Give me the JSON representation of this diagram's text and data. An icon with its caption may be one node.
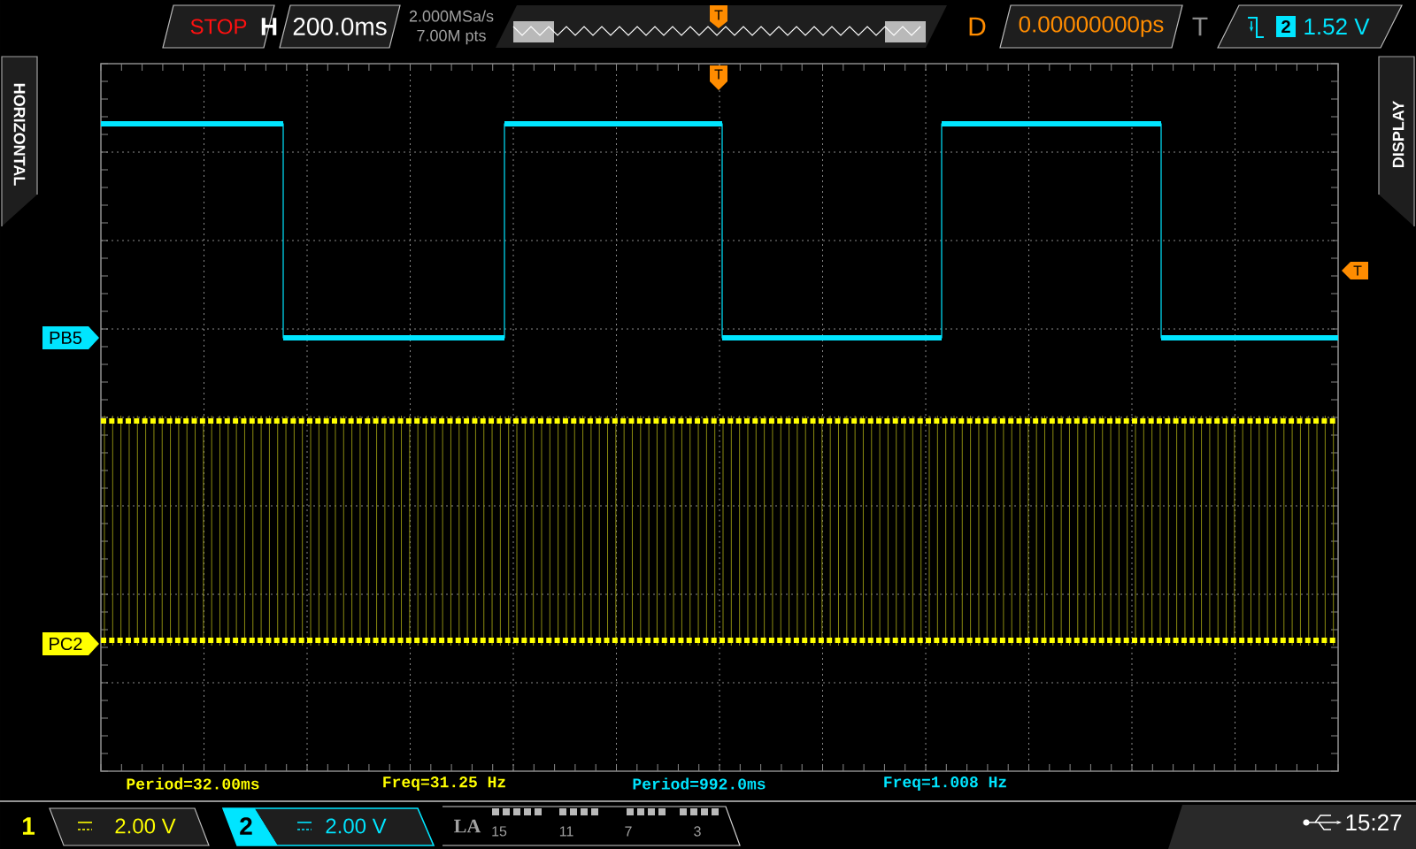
{
  "diagram": {
    "labels": [
      "STOP",
      "H",
      "200.0ms",
      "2.000MSa/s",
      "7.00M pts",
      "T",
      "D",
      "0.00000000ps",
      "T",
      "2",
      "1.52 V",
      "HORIZONTAL",
      "DISPLAY",
      "T",
      "PB5",
      "T",
      "PC2",
      "Period=32.00ms",
      "Freq=31.25 Hz",
      "Period=992.0ms",
      "Freq=1.008 Hz",
      "1",
      "2.00 V",
      "2",
      "2.00 V",
      "LA",
      "15",
      "11",
      "7",
      "3",
      "15:27"
    ]
  }
}
